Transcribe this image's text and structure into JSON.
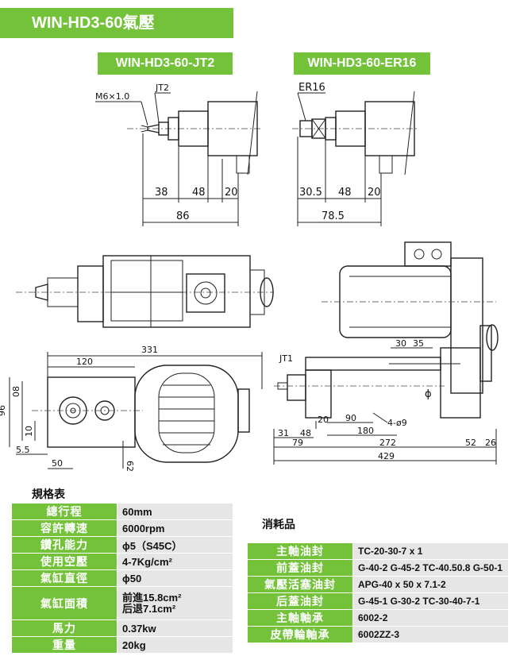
{
  "header": {
    "title": "WIN-HD3-60氣壓"
  },
  "models": {
    "jt2": "WIN-HD3-60-JT2",
    "er16": "WIN-HD3-60-ER16"
  },
  "drawing_jt2": {
    "thread": "M6×1.0",
    "taper": "JT2",
    "dims": [
      "38",
      "48",
      "20",
      "86"
    ]
  },
  "drawing_er16": {
    "collet": "ER16",
    "dims": [
      "30.5",
      "48",
      "20",
      "78.5"
    ]
  },
  "drawing_top": {
    "dims": [
      "331",
      "120",
      "96",
      "08",
      "10",
      "5.5",
      "50",
      "62"
    ]
  },
  "drawing_side": {
    "taper": "JT1",
    "phi": "ϕ",
    "dims": [
      "30",
      "35",
      "20",
      "90",
      "4-ø9",
      "180",
      "31",
      "48",
      "79",
      "272",
      "52",
      "26",
      "429"
    ]
  },
  "spec": {
    "title": "規格表",
    "rows": [
      {
        "label": "總行程",
        "value": "60mm"
      },
      {
        "label": "容許轉速",
        "value": "6000rpm"
      },
      {
        "label": "鑽孔能力",
        "value": "ϕ5（S45C）"
      },
      {
        "label": "使用空壓",
        "value": "4-7Kg/cm²"
      },
      {
        "label": "氣缸直徑",
        "value": "ϕ50"
      },
      {
        "label": "氣缸面積",
        "value_line1": "前進15.8cm²",
        "value_line2": "后退7.1cm²"
      },
      {
        "label": "馬力",
        "value": "0.37kw"
      },
      {
        "label": "重量",
        "value": "20kg"
      }
    ]
  },
  "consumables": {
    "title": "消耗品",
    "rows": [
      {
        "label": "主軸油封",
        "value": "TC-20-30-7 x 1"
      },
      {
        "label": "前蓋油封",
        "value": "G-40-2  G-45-2  TC-40.50.8 G-50-1"
      },
      {
        "label": "氣壓活塞油封",
        "value": "APG-40 x 50 x 7.1-2"
      },
      {
        "label": "后蓋油封",
        "value": "G-45-1  G-30-2  TC-30-40-7-1"
      },
      {
        "label": "主軸軸承",
        "value": "6002-2"
      },
      {
        "label": "皮帶輪軸承",
        "value": "6002ZZ-3"
      }
    ]
  }
}
